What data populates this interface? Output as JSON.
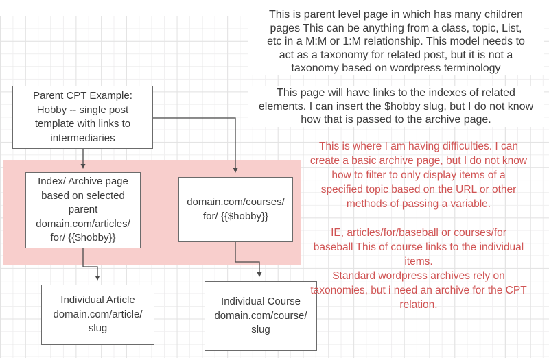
{
  "colors": {
    "red_text": "#d05353",
    "pink_fill": "#f8cecc",
    "pink_stroke": "#b85450",
    "box_stroke": "#6b6b6b",
    "ink": "#3a3a3a"
  },
  "notes": {
    "top": {
      "text": "This is parent level page in which has many children\npages  This can be anything from a class, topic, List,\netc in a M:M  or 1:M relationship. This model needs to\nact as a taxonomy for related post, but it is not a\ntaxonomy based on wordpress terminology"
    },
    "links": {
      "text": "This page will have links to the indexes of related\nelements. I can insert the $hobby slug, but I do not know\nhow that is passed to the archive page."
    },
    "difficulties": {
      "text": "This is where I am having difficulties.  I can\ncreate a basic archive page, but I do not know\nhow to  filter to only display items of a\nspecified topic based on the URL or other\nmethods of passing a variable.\n\nIE, articles/for/baseball  or courses/for\nbaseball  This of course links to the individual\nitems.\nStandard wordpress archives rely on\ntaxonomies, but i need an archive for the CPT\nrelation."
    }
  },
  "nodes": {
    "parent": {
      "text": "Parent CPT Example:\nHobby -- single post\ntemplate with links to\nintermediaries"
    },
    "index_archive": {
      "text": "Index/ Archive page\nbased on selected\nparent\ndomain.com/articles/\nfor/ {{$hobby}}"
    },
    "courses": {
      "text": "domain.com/courses/\nfor/ {{$hobby}}"
    },
    "article": {
      "text": "Individual Article\ndomain.com/article/\nslug"
    },
    "course": {
      "text": "Individual Course\ndomain.com/course/\nslug"
    }
  }
}
